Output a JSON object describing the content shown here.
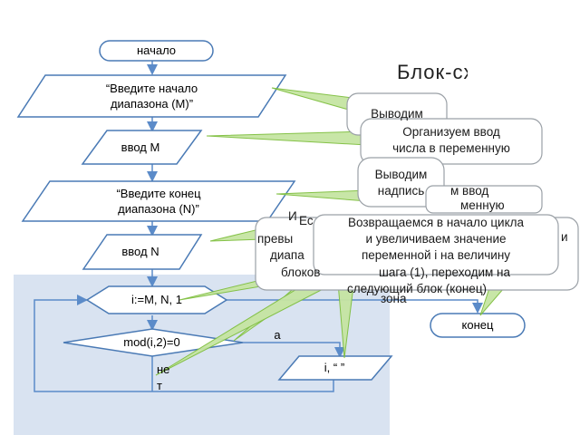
{
  "slide": {
    "title": "Блок-схема",
    "colors": {
      "shape_fill": "#ffffff",
      "shape_stroke": "#4a7ab5",
      "arrow": "#5b8bc9",
      "loop_panel": "#d9e3f1",
      "callout_fill": "#ffffff",
      "callout_stroke": "#9aa0a6",
      "callout_tail": "#c6e5a3",
      "callout_tail_stroke": "#7fbf3f"
    }
  },
  "flowchart": {
    "start": "начало",
    "prompt_start_line1": "“Введите начало",
    "prompt_start_line2": "диапазона (М)”",
    "input_m": "ввод М",
    "prompt_end_line1": "“Введите конец",
    "prompt_end_line2": "диапазона (N)”",
    "input_n": "ввод N",
    "loop": "i:=M, N, 1",
    "condition": "mod(i,2)=0",
    "yes_fragment": "а",
    "no_label_line1": "не",
    "no_label_line2": "т",
    "output": "i, “ ”",
    "end": "конец"
  },
  "callouts": {
    "output_label_top": "Выводим",
    "input_var_line1": "Организуем ввод",
    "input_var_line2": "числа в переменную",
    "output_label_line1": "Выводим",
    "output_label_line2": "надпись",
    "input_var_back_line1": "м ввод",
    "input_var_back_line2": "менную",
    "back_line1_left": "Ес",
    "back_line1_right": "превы",
    "back_line2_left": "диапа",
    "back_line3_left": "блоков",
    "back_line3_right": "шага (1), переходим на",
    "back_line4": "следующий блок (конец)",
    "back_fragment_n": "и",
    "back_fragment_range": "зона",
    "back_fragment_i": "И",
    "loop_line1": "Возвращаемся в начало цикла",
    "loop_line2": "и увеличиваем значение",
    "loop_line3": "переменной i на величину"
  }
}
